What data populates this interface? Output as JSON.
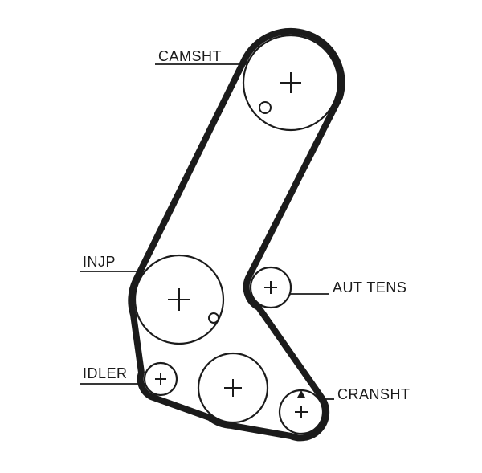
{
  "diagram": {
    "kind": "timing-belt-routing-diagram",
    "background_color": "#ffffff",
    "line_color": "#1b1b1b",
    "labels": {
      "camsht": "CAMSHT",
      "injp": "INJP",
      "aut_tens": "AUT TENS",
      "idler": "IDLER",
      "cransht": "CRANSHT"
    },
    "pulleys": [
      {
        "id": "camshaft",
        "label": "CAMSHT",
        "marks": [
          "center-cross",
          "small-hole"
        ]
      },
      {
        "id": "injection-pump",
        "label": "INJP",
        "marks": [
          "center-cross",
          "small-hole"
        ]
      },
      {
        "id": "automatic-tensioner",
        "label": "AUT TENS",
        "marks": [
          "center-cross"
        ]
      },
      {
        "id": "idler",
        "label": "IDLER",
        "marks": [
          "center-cross"
        ]
      },
      {
        "id": "middle-pulley",
        "label": "",
        "marks": [
          "center-cross"
        ]
      },
      {
        "id": "crankshaft",
        "label": "CRANSHT",
        "marks": [
          "center-cross",
          "triangle-timing-mark"
        ]
      }
    ]
  }
}
